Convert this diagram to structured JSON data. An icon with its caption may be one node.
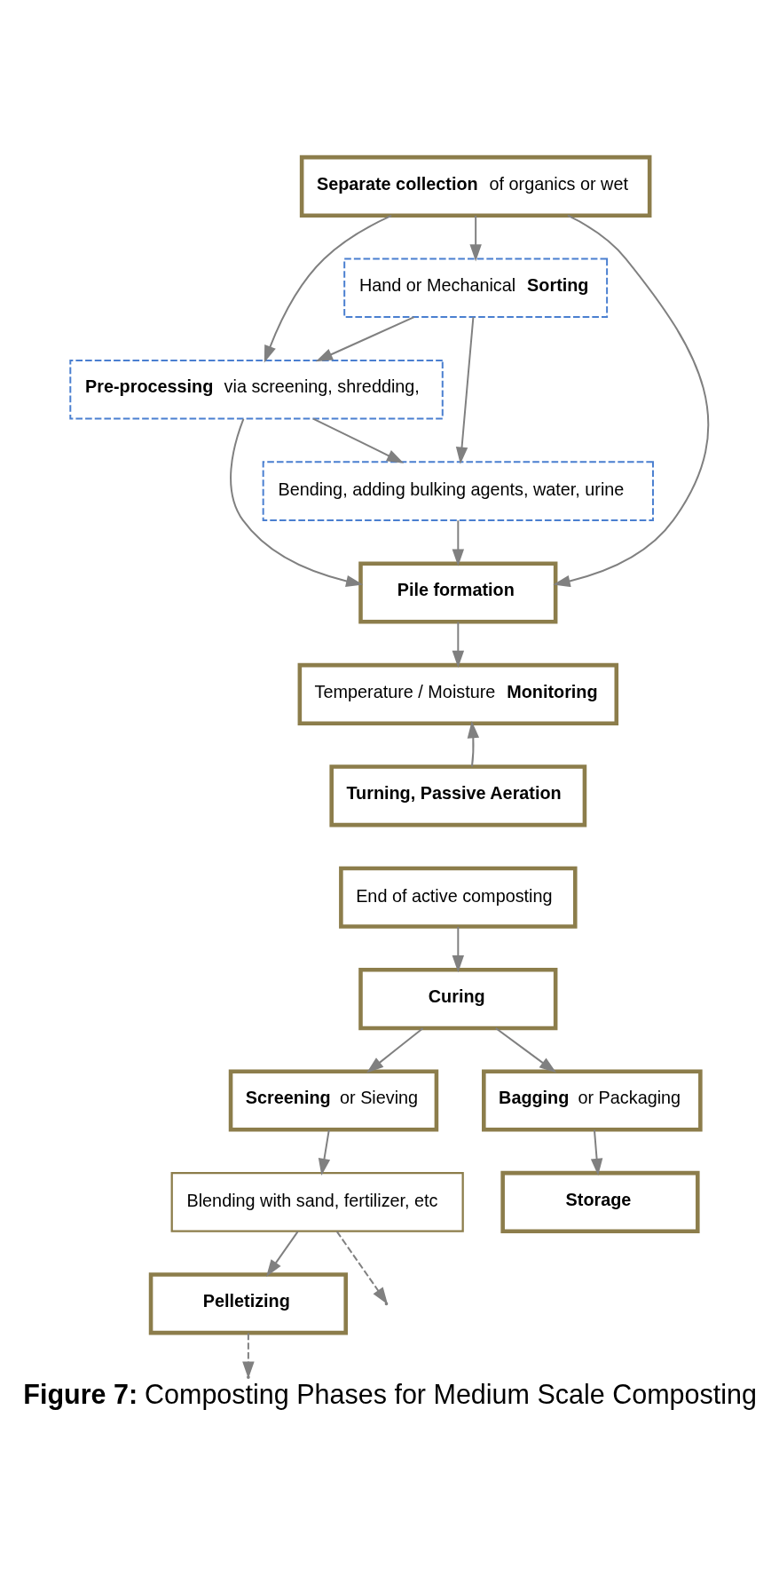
{
  "diagram": {
    "caption": "**Figure 7:** Composting Phases for Medium Scale Composting",
    "nodes": [
      {
        "text": [
          "**Separate collection** of organics or wet"
        ]
      },
      {
        "text": [
          "Hand or Mechanical **Sorting**"
        ]
      },
      {
        "text": [
          "**Pre-processing** via screening, shredding,"
        ]
      },
      {
        "text": [
          "Bending, adding bulking agents, water, urine"
        ]
      },
      {
        "text": [
          "Pile formation"
        ]
      },
      {
        "text": [
          "Temperature / Moisture **Monitoring**"
        ]
      },
      {
        "text": [
          "Turning, Passive Aeration"
        ]
      },
      {
        "text": [
          "End of active composting"
        ]
      },
      {
        "text": [
          "Curing"
        ]
      },
      {
        "text": [
          "**Screening** or Sieving"
        ]
      },
      {
        "text": [
          "Blending with sand, fertilizer, etc"
        ]
      },
      {
        "text": [
          "Pelletizing"
        ]
      },
      {
        "text": [
          "**Bagging** or Packaging"
        ]
      },
      {
        "text": [
          "Storage"
        ]
      }
    ],
    "edges": [
      {
        "from": 0,
        "to": 1,
        "arrow": "to"
      },
      {
        "from": 0,
        "to": 2,
        "arrow": "to"
      },
      {
        "from": 0,
        "to": 4,
        "arrow": "to"
      },
      {
        "from": 1,
        "to": 2,
        "arrow": "to"
      },
      {
        "from": 1,
        "to": 3,
        "arrow": "to"
      },
      {
        "from": 2,
        "to": 3,
        "arrow": "to"
      },
      {
        "from": 2,
        "to": 4,
        "arrow": "to"
      },
      {
        "from": 3,
        "to": 4,
        "arrow": "to"
      },
      {
        "from": 4,
        "to": 5,
        "arrow": "to"
      },
      {
        "from": 6,
        "to": 5,
        "arrow": "to"
      },
      {
        "from": 7,
        "to": 8,
        "arrow": "to"
      },
      {
        "from": 8,
        "to": 9,
        "arrow": "to"
      },
      {
        "from": 8,
        "to": 12,
        "arrow": "to"
      },
      {
        "from": 9,
        "to": 10,
        "arrow": "to"
      },
      {
        "from": 10,
        "to": 11,
        "arrow": "to"
      },
      {
        "from": 10,
        "to": null,
        "arrow": "to",
        "style": "dashed"
      },
      {
        "from": 11,
        "to": null,
        "arrow": "to",
        "style": "dashed"
      },
      {
        "from": 12,
        "to": 13,
        "arrow": "to"
      }
    ]
  }
}
